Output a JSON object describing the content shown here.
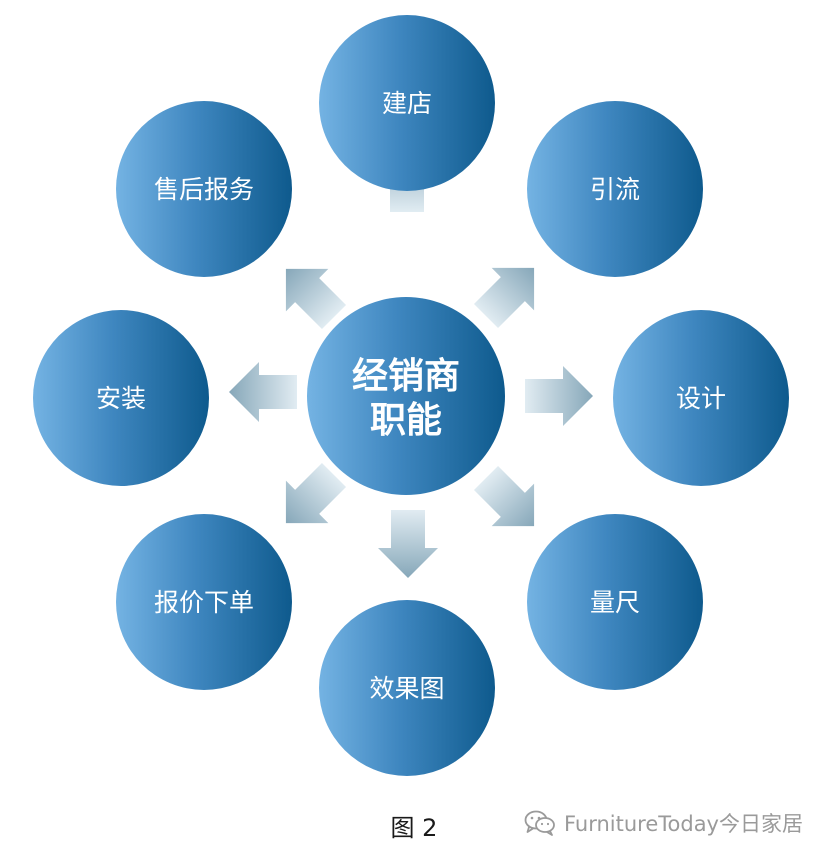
{
  "center": {
    "line1": "经销商",
    "line2": "职能"
  },
  "nodes": [
    {
      "id": "build-store",
      "label": "建店"
    },
    {
      "id": "traffic",
      "label": "引流"
    },
    {
      "id": "design",
      "label": "设计"
    },
    {
      "id": "measure",
      "label": "量尺"
    },
    {
      "id": "render",
      "label": "效果图"
    },
    {
      "id": "quote-order",
      "label": "报价下单"
    },
    {
      "id": "install",
      "label": "安装"
    },
    {
      "id": "after-sales",
      "label": "售后报务"
    }
  ],
  "caption": "图 2",
  "watermark": "FurnitureToday今日家居",
  "colors": {
    "circle_light": "#74b3e3",
    "circle_dark": "#0e5a8d",
    "arrow_light": "#e1ecf2",
    "arrow_dark": "#86a7b9"
  }
}
